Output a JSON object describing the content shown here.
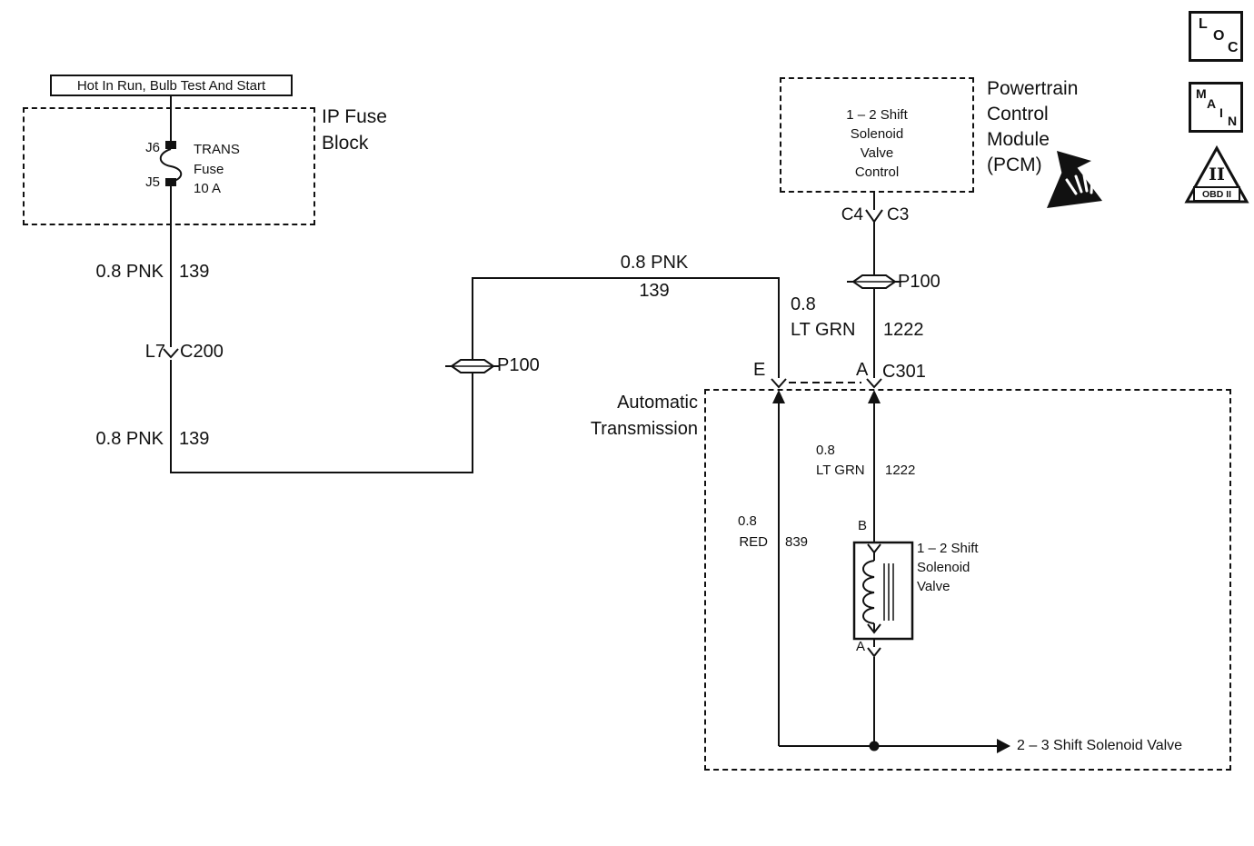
{
  "banner": {
    "text": "Hot In Run, Bulb Test And Start"
  },
  "fuse_block": {
    "label": [
      "IP Fuse",
      "Block"
    ],
    "pin_top": "J6",
    "pin_bottom": "J5",
    "fuse": [
      "TRANS",
      "Fuse",
      "10 A"
    ]
  },
  "wire_labels": {
    "pnk_upper": {
      "wire": "0.8 PNK",
      "circuit": "139"
    },
    "pnk_lower": {
      "wire": "0.8 PNK",
      "circuit": "139"
    },
    "pnk_span": {
      "wire": "0.8 PNK",
      "circuit": "139"
    },
    "ltgrn_upper": {
      "size": "0.8",
      "color": "LT GRN",
      "circuit": "1222"
    },
    "ltgrn_inner": {
      "size": "0.8",
      "color": "LT GRN",
      "circuit": "1222"
    },
    "red": {
      "size": "0.8",
      "color": "RED",
      "circuit": "839"
    }
  },
  "connectors": {
    "c200": {
      "pin": "L7",
      "name": "C200"
    },
    "p100_left": "P100",
    "p100_right": "P100",
    "c4": "C4",
    "c3": "C3",
    "c301": {
      "pin_left": "E",
      "pin_right": "A",
      "name": "C301"
    }
  },
  "pcm": {
    "box": [
      "1 – 2 Shift",
      "Solenoid",
      "Valve",
      "Control"
    ],
    "label": [
      "Powertrain",
      "Control",
      "Module",
      "(PCM)"
    ]
  },
  "transmission": {
    "label": [
      "Automatic",
      "Transmission"
    ],
    "solenoid": {
      "pin_top": "B",
      "pin_bottom": "A",
      "label": [
        "1 – 2 Shift",
        "Solenoid",
        "Valve"
      ]
    },
    "output": "2 – 3 Shift Solenoid Valve"
  },
  "legend": {
    "loc": [
      "L",
      "O",
      "C"
    ],
    "main": [
      "M",
      "A",
      "I",
      "N"
    ],
    "obd": {
      "numeral": "II",
      "caption": "OBD II"
    }
  }
}
